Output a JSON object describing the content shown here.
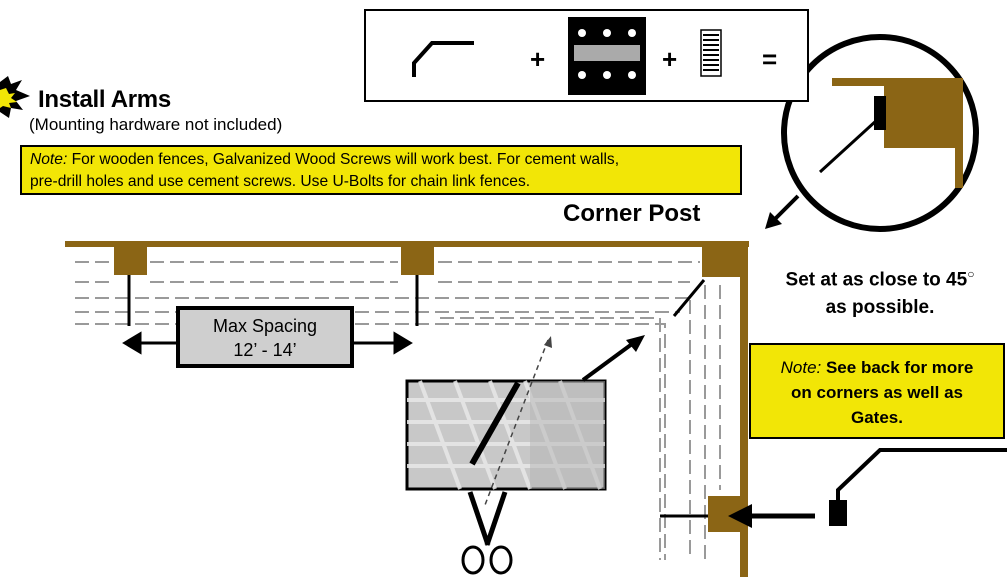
{
  "header": {
    "title": "Install Arms",
    "subtitle": "(Mounting hardware not included)"
  },
  "note_top": {
    "prefix": "Note:",
    "line1": " For wooden fences, Galvanized Wood Screws will work best. For cement walls,",
    "line2": "pre-drill holes and use cement screws. Use U-Bolts for chain link fences."
  },
  "equation": {
    "plus1": "+",
    "plus2": "+",
    "equals": "="
  },
  "corner_post_label": "Corner Post",
  "angle_note": {
    "line1": "Set at as close to 45",
    "degree": "○",
    "line2": "as possible."
  },
  "note_side": {
    "prefix": "Note:",
    "line1": " See back for more",
    "line2": "on corners as well as",
    "line3": "Gates."
  },
  "spacing": {
    "line1": "Max Spacing",
    "line2": "12’ - 14’"
  },
  "colors": {
    "wood": "#8b6515",
    "note_yellow": "#f2e606",
    "box_gray": "#cfcfcf"
  },
  "icons": [
    "starburst-icon",
    "arm-icon",
    "bracket-icon",
    "screws-icon",
    "scissors-icon"
  ]
}
